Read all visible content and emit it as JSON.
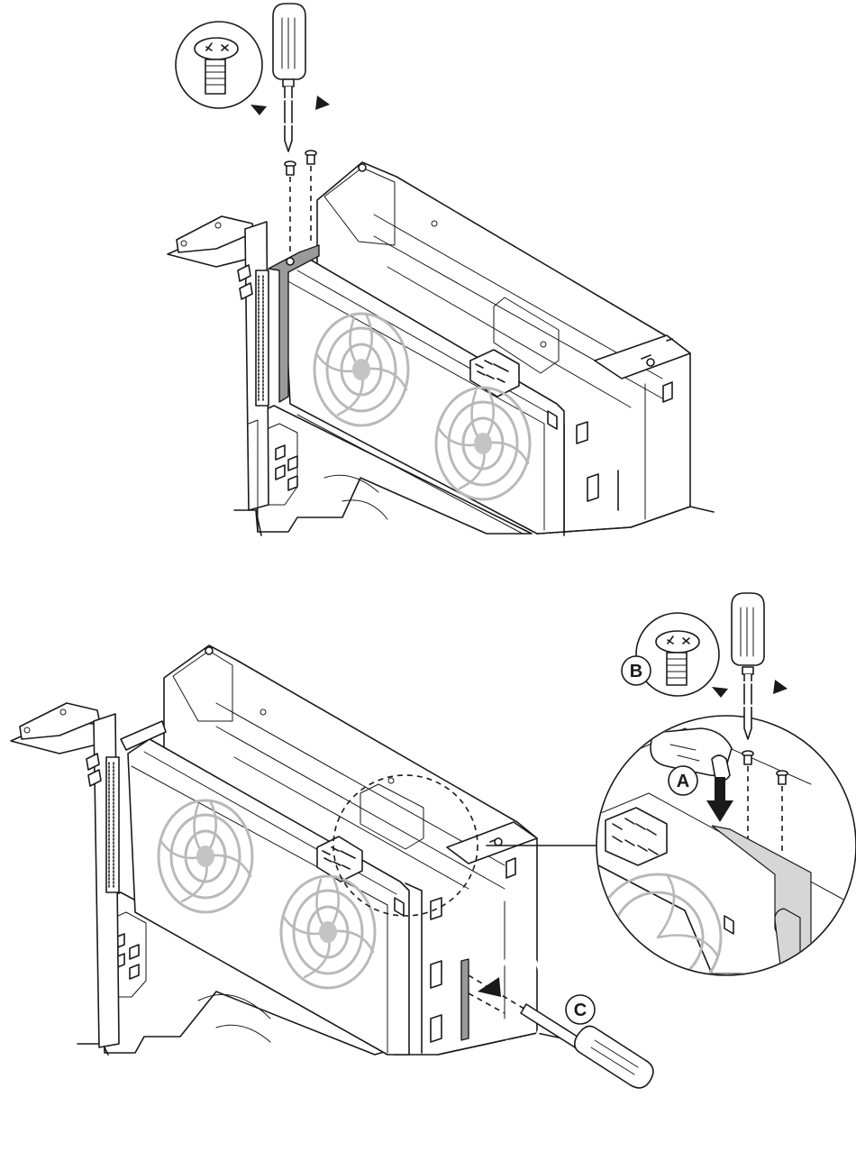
{
  "figure": {
    "callouts": {
      "a": "A",
      "b": "B",
      "c": "C"
    }
  }
}
